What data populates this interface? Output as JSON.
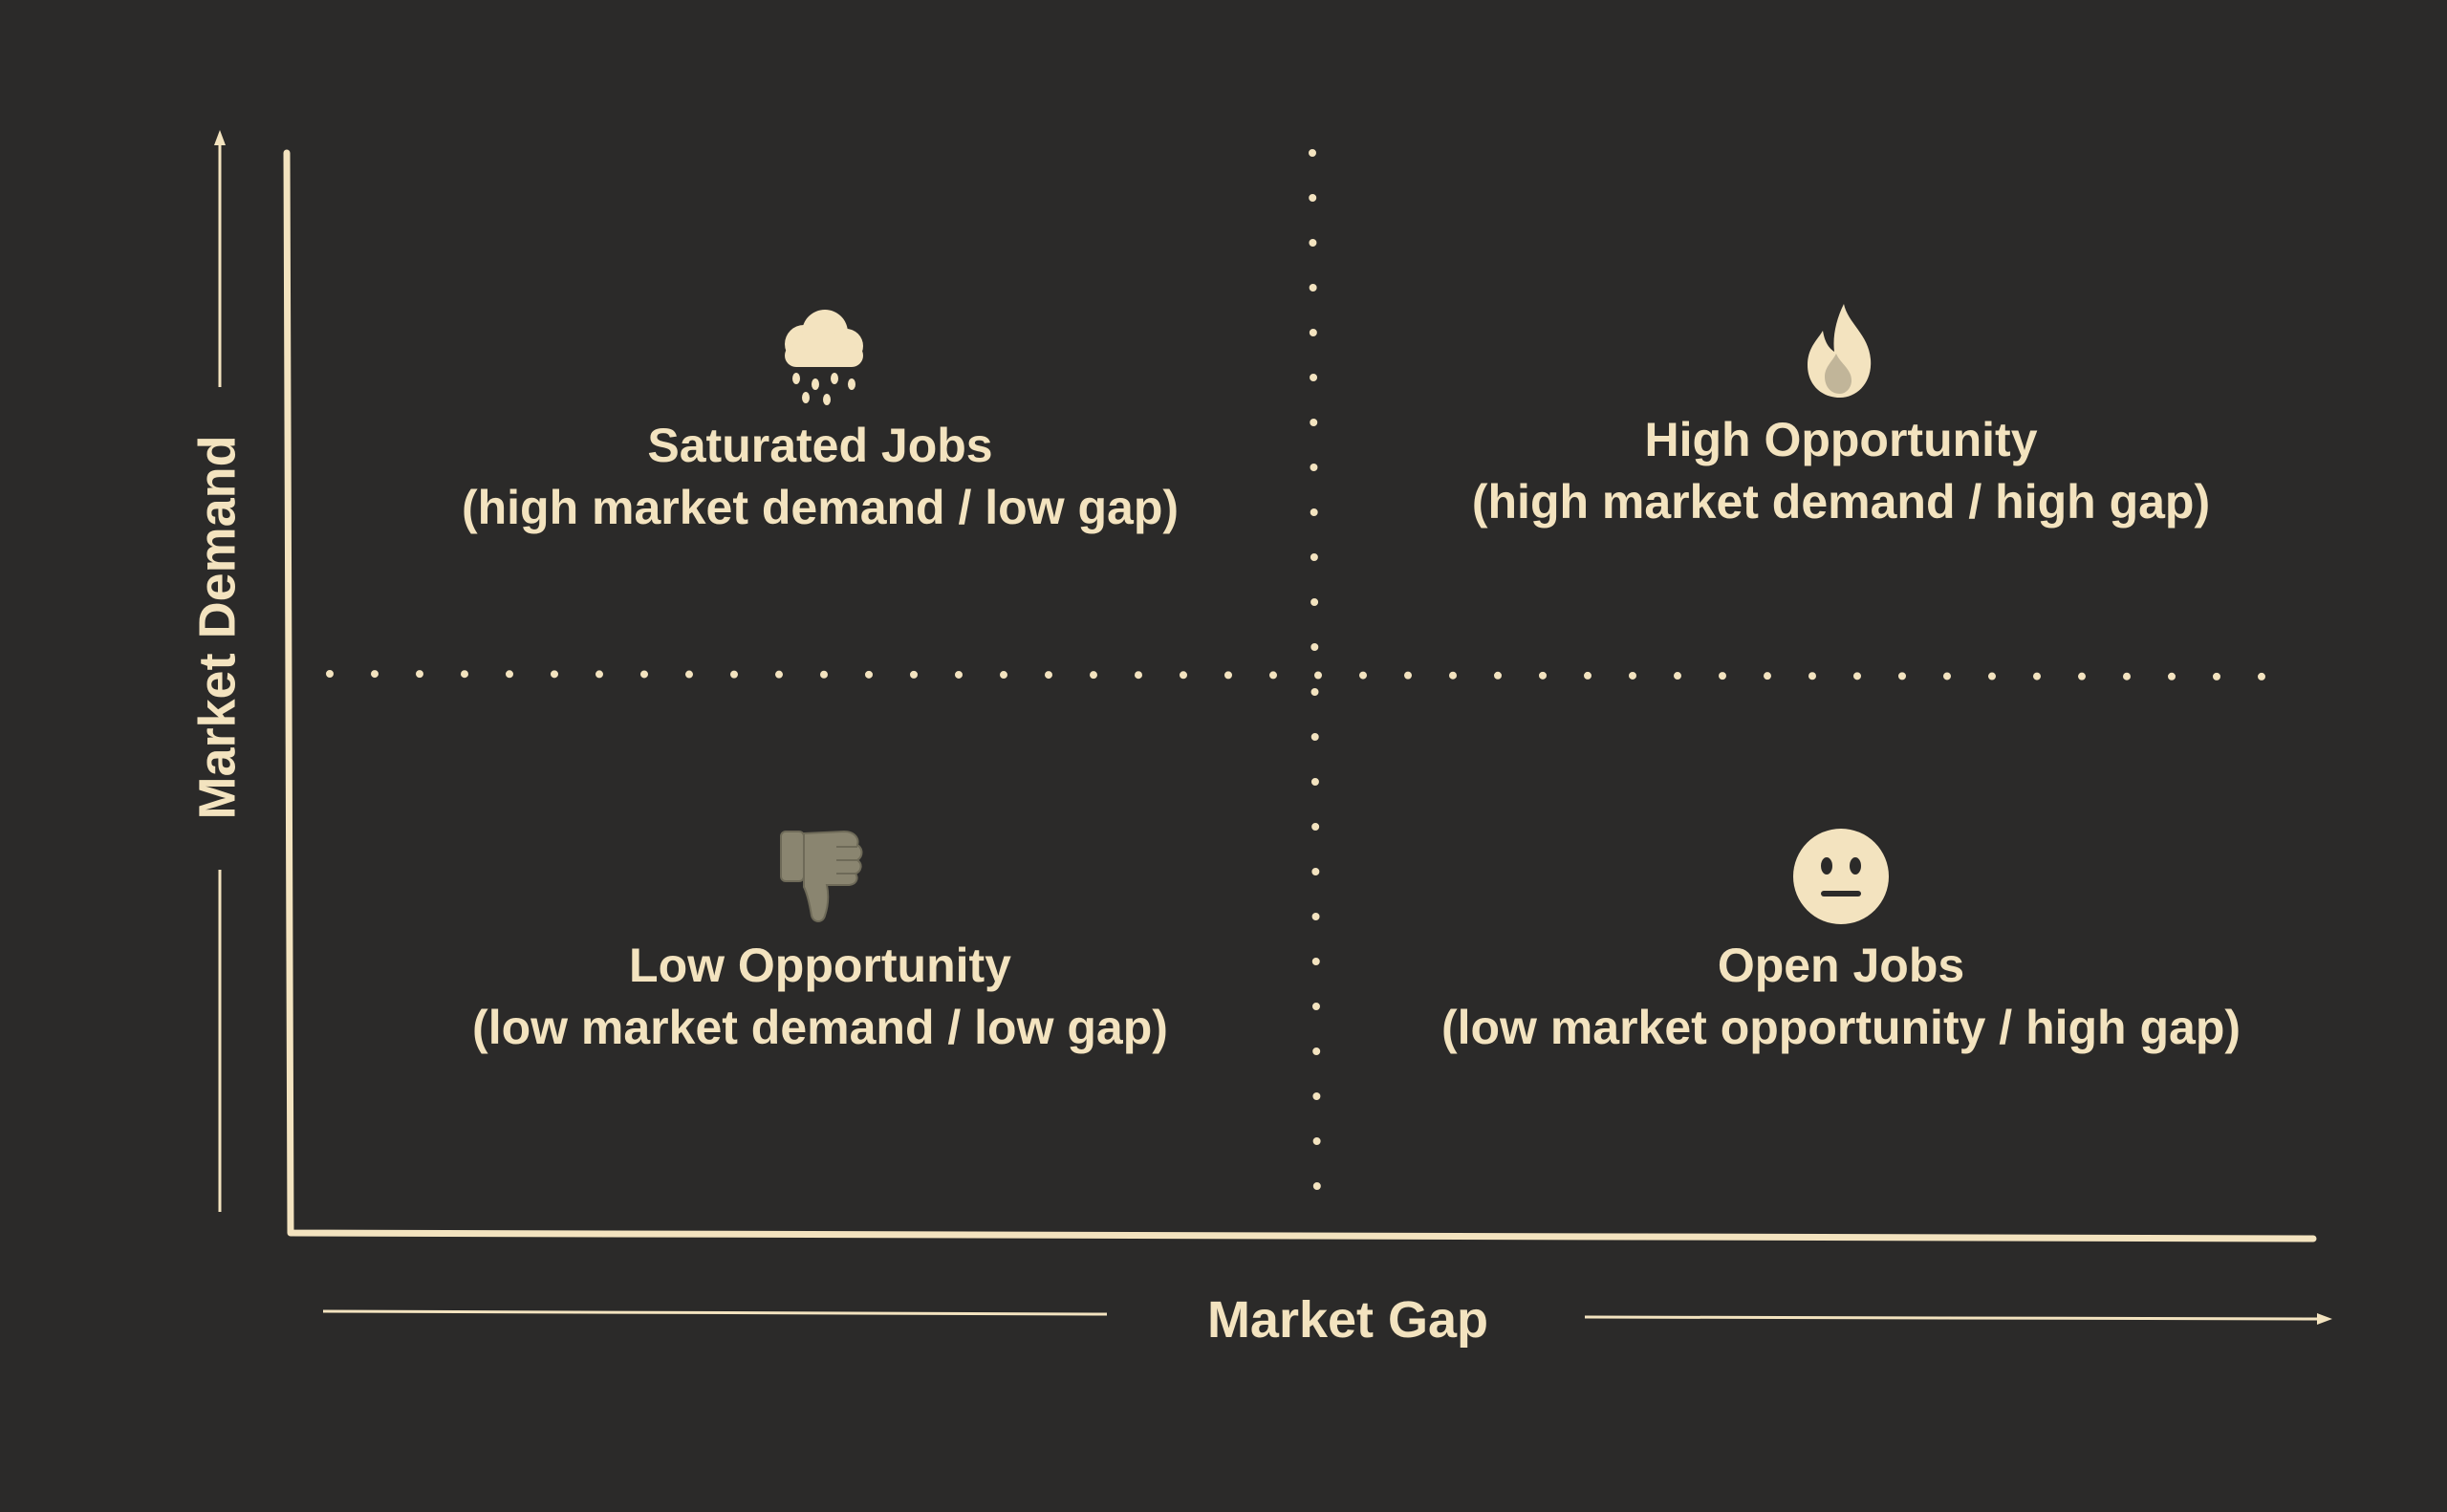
{
  "axes": {
    "x_label": "Market Gap",
    "y_label": "Market Demand"
  },
  "quadrants": {
    "top_left": {
      "icon": "rain-cloud-icon",
      "title": "Saturated Jobs",
      "subtitle": "(high market demand / low gap)"
    },
    "top_right": {
      "icon": "fire-icon",
      "title": "High Opportunity",
      "subtitle": "(high market demand / high gap)"
    },
    "bottom_left": {
      "icon": "thumbs-down-icon",
      "title": "Low Opportunity",
      "subtitle": "(low market demand / low gap)"
    },
    "bottom_right": {
      "icon": "neutral-face-icon",
      "title": "Open Jobs",
      "subtitle": "(low market opportunity / high gap)"
    }
  },
  "colors": {
    "background": "#2b2a29",
    "foreground": "#f3e3bf"
  }
}
